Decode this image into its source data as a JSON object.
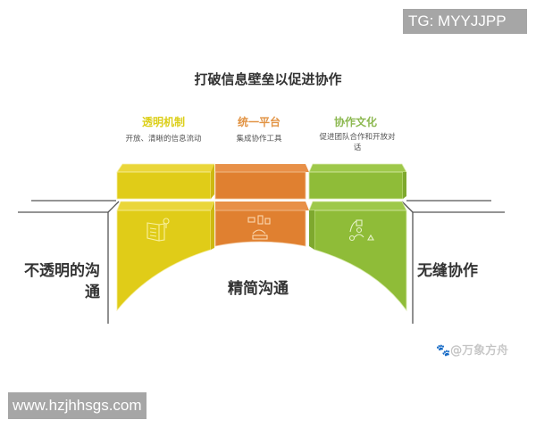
{
  "title": "打破信息壁垒以促进协作",
  "columns": [
    {
      "heading": "透明机制",
      "description": "开放、清晰的信息流动",
      "color": "#e0cc18",
      "icon": "book-lightbulb-icon"
    },
    {
      "heading": "统一平台",
      "description": "集成协作工具",
      "color": "#e08030",
      "icon": "devices-router-icon"
    },
    {
      "heading": "协作文化",
      "description_line1": "促进团队合作和开放对",
      "description_line2": "话",
      "color": "#8fbc38",
      "icon": "team-shapes-icon"
    }
  ],
  "heading_colors": {
    "yellow": "#dccf1a",
    "orange": "#e29445",
    "green": "#8cb850"
  },
  "left_label": {
    "line1": "不透明的沟",
    "line2": "通"
  },
  "center_label": "精简沟通",
  "right_label": "无缝协作",
  "credit": "🐾@万象方舟",
  "watermarks": {
    "top_right": "TG: MYYJJPP",
    "bottom_left": "www.hzjhhsgs.com"
  }
}
